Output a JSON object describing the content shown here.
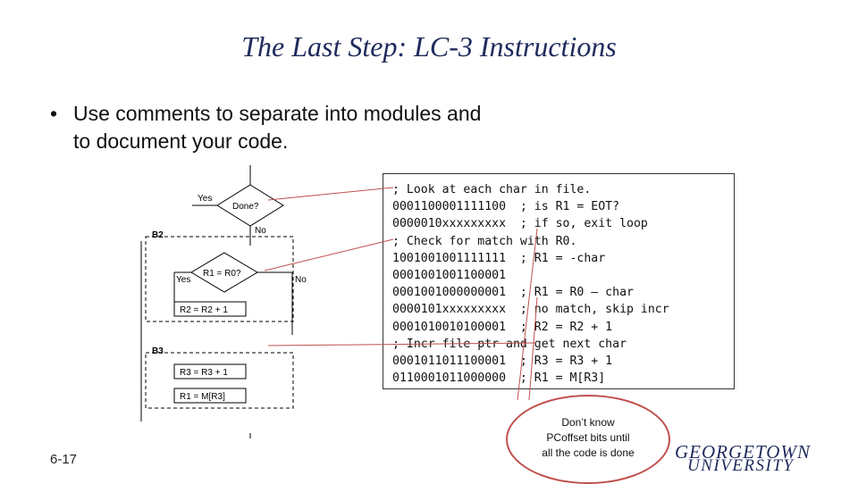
{
  "slide": {
    "title": "The Last Step: LC-3 Instructions",
    "bullet_symbol": "•",
    "bullet_line1": "Use comments to separate into modules and",
    "bullet_line2": "to document your code.",
    "slide_number": "6-17"
  },
  "flowchart": {
    "yes_top": "Yes",
    "done": "Done?",
    "no_top": "No",
    "block_b2": "B2",
    "r1_r0": "R1 = R0?",
    "yes_left": "Yes",
    "no_right": "No",
    "r2_inc": "R2 = R2 + 1",
    "block_b3": "B3",
    "r3_inc": "R3 = R3 + 1",
    "r1_load": "R1 = M[R3]"
  },
  "code_lines": [
    "; Look at each char in file.",
    "0001100001111100  ; is R1 = EOT?",
    "0000010xxxxxxxxx  ; if so, exit loop",
    "; Check for match with R0.",
    "1001001001111111  ; R1 = -char",
    "0001001001100001",
    "0001001000000001  ; R1 = R0 – char",
    "0000101xxxxxxxxx  ; no match, skip incr",
    "0001010010100001  ; R2 = R2 + 1",
    "; Incr file ptr and get next char",
    "0001011011100001  ; R3 = R3 + 1",
    "0110001011000000  ; R1 = M[R3]"
  ],
  "callout": {
    "line1": "Don’t know",
    "line2": "PCoffset bits until",
    "line3": "all the code is done"
  },
  "logo": {
    "line1": "GEORGETOWN",
    "line2": "UNIVERSITY"
  },
  "colors": {
    "title": "#1f2a5c",
    "callout_border": "#c0504d",
    "pointer_lines": "#c0504d"
  }
}
